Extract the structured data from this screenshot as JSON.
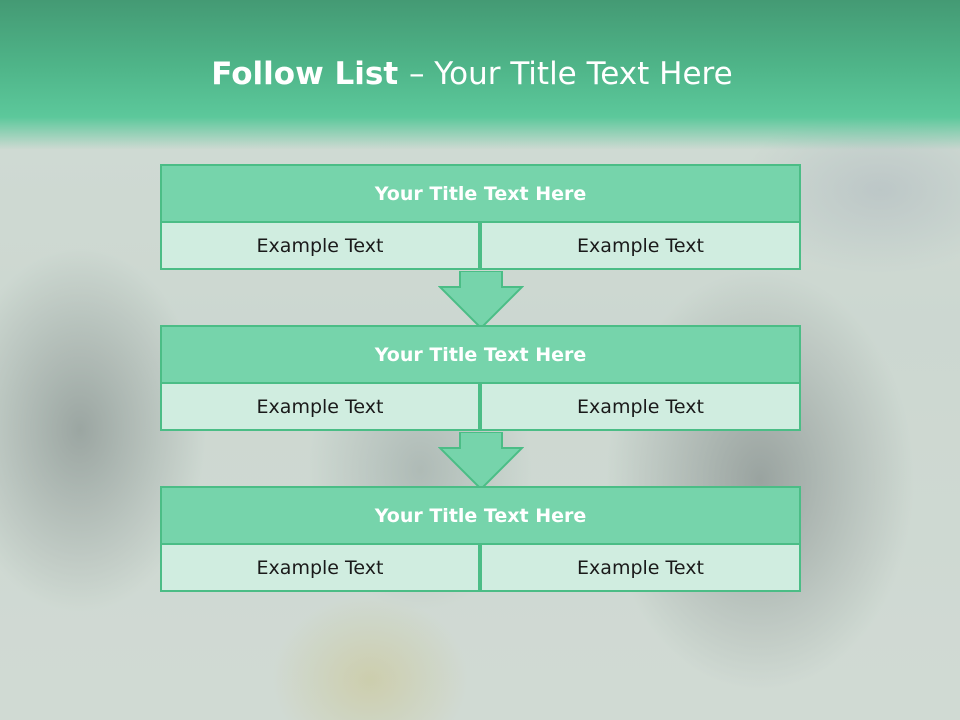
{
  "header": {
    "title_bold": "Follow List ",
    "title_rest": " – Your Title Text Here"
  },
  "steps": [
    {
      "title": "Your Title Text Here",
      "left": "Example Text",
      "right": "Example Text"
    },
    {
      "title": "Your Title Text Here",
      "left": "Example Text",
      "right": "Example Text"
    },
    {
      "title": "Your Title Text Here",
      "left": "Example Text",
      "right": "Example Text"
    }
  ],
  "colors": {
    "header_green": "#4fb589",
    "box_fill": "#76d4ab",
    "box_border": "#4bbd86",
    "cell_fill": "#d0ede0"
  }
}
